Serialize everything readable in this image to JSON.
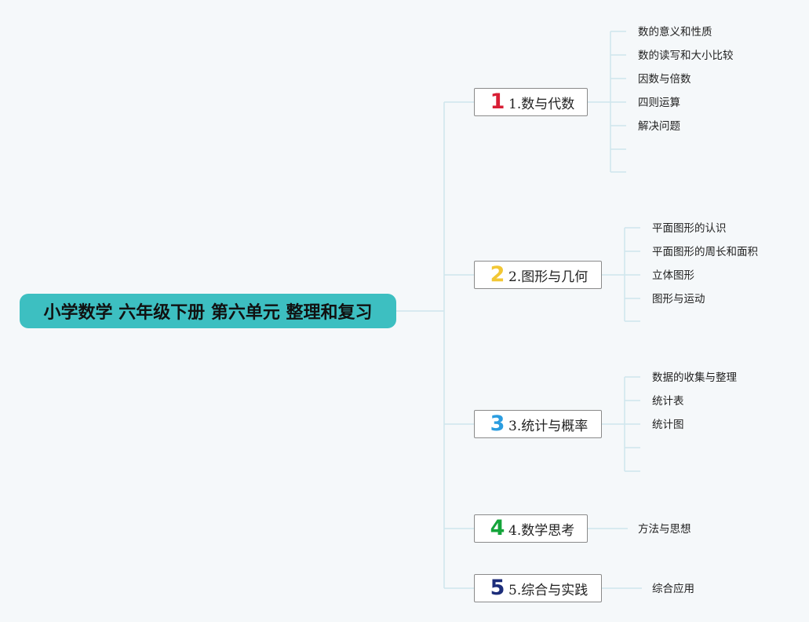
{
  "root": {
    "title": "小学数学 六年级下册 第六单元 整理和复习"
  },
  "colors": {
    "root_bg": "#3dbfc1",
    "line": "#cfe6ec",
    "badge1": "#d81e35",
    "badge2": "#f2c734",
    "badge3": "#2b9de0",
    "badge4": "#14a43a",
    "badge5": "#1c2d7a"
  },
  "branches": [
    {
      "number": "1",
      "label": "1.数与代数",
      "children": [
        "数的意义和性质",
        "数的读写和大小比较",
        "因数与倍数",
        "四则运算",
        "解决问题",
        "",
        ""
      ]
    },
    {
      "number": "2",
      "label": "2.图形与几何",
      "children": [
        "平面图形的认识",
        "平面图形的周长和面积",
        "立体图形",
        "图形与运动",
        ""
      ]
    },
    {
      "number": "3",
      "label": "3.统计与概率",
      "children": [
        "数据的收集与整理",
        "统计表",
        "统计图",
        "",
        ""
      ]
    },
    {
      "number": "4",
      "label": "4.数学思考",
      "children": [
        "方法与思想"
      ]
    },
    {
      "number": "5",
      "label": "5.综合与实践",
      "children": [
        "综合应用"
      ]
    }
  ]
}
